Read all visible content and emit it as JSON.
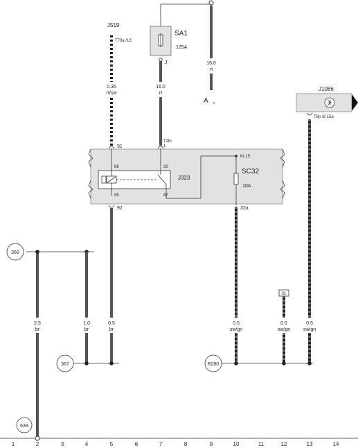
{
  "components": {
    "j519": {
      "name": "J519",
      "pin": "T73a /13"
    },
    "sa1": {
      "name": "SA1",
      "rating": "125A",
      "pin": "J"
    },
    "j1086": {
      "name": "J1086",
      "pin": "T8p /8 15a"
    },
    "j323": {
      "name": "J323",
      "pins": [
        "86",
        "85",
        "30",
        "87"
      ]
    },
    "sc32": {
      "name": "SC32",
      "rating": "10A"
    },
    "terminal_a": {
      "label": "A",
      "sign": "+"
    },
    "t2bi": {
      "label": "T2bi",
      "sub": "1"
    },
    "kl15": {
      "label": "KL15"
    }
  },
  "connectors": {
    "c91": "91",
    "c92": "92",
    "c32a": "32a"
  },
  "wires": {
    "w_j519": {
      "size": "0.35",
      "color": "rt/sw"
    },
    "w_sa1": {
      "size": "16.0",
      "color": "rt"
    },
    "w_a": {
      "size": "16.0",
      "color": "rt"
    },
    "w_col2": {
      "size": "2.5",
      "color": "br"
    },
    "w_col4": {
      "size": "1.0",
      "color": "br"
    },
    "w_col5": {
      "size": "0.5",
      "color": "br"
    },
    "w_col10": {
      "size": "0.5",
      "color": "sw/gn"
    },
    "w_col12": {
      "size": "0.5",
      "color": "sw/gn"
    },
    "w_col13": {
      "size": "0.5",
      "color": "sw/gn"
    }
  },
  "refs": {
    "r368": "368",
    "r367": "367",
    "r639": "639",
    "rB280": "B280",
    "r31": "31"
  },
  "grid": [
    "1",
    "2",
    "3",
    "4",
    "5",
    "6",
    "7",
    "8",
    "9",
    "10",
    "11",
    "12",
    "13",
    "14"
  ]
}
